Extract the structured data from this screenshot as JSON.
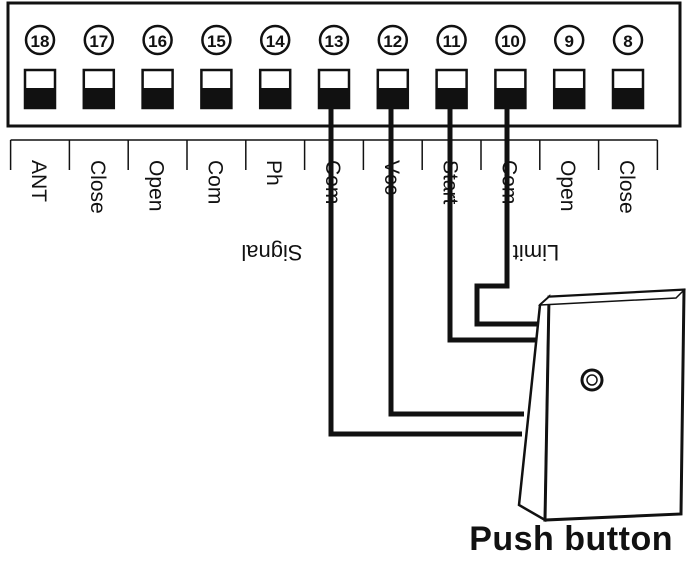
{
  "terminals": [
    {
      "number": "18",
      "label": "ANT"
    },
    {
      "number": "17",
      "label": "Close"
    },
    {
      "number": "16",
      "label": "Open"
    },
    {
      "number": "15",
      "label": "Com"
    },
    {
      "number": "14",
      "label": "Ph"
    },
    {
      "number": "13",
      "label": "Com"
    },
    {
      "number": "12",
      "label": "Vcc"
    },
    {
      "number": "11",
      "label": "Start"
    },
    {
      "number": "10",
      "label": "Com"
    },
    {
      "number": "9",
      "label": "Open"
    },
    {
      "number": "8",
      "label": "Close"
    }
  ],
  "group_labels": {
    "signal": "Signal",
    "limit": "Limit"
  },
  "device_caption": "Push button",
  "colors": {
    "line": "#111111",
    "panel_fill": "#ffffff"
  }
}
